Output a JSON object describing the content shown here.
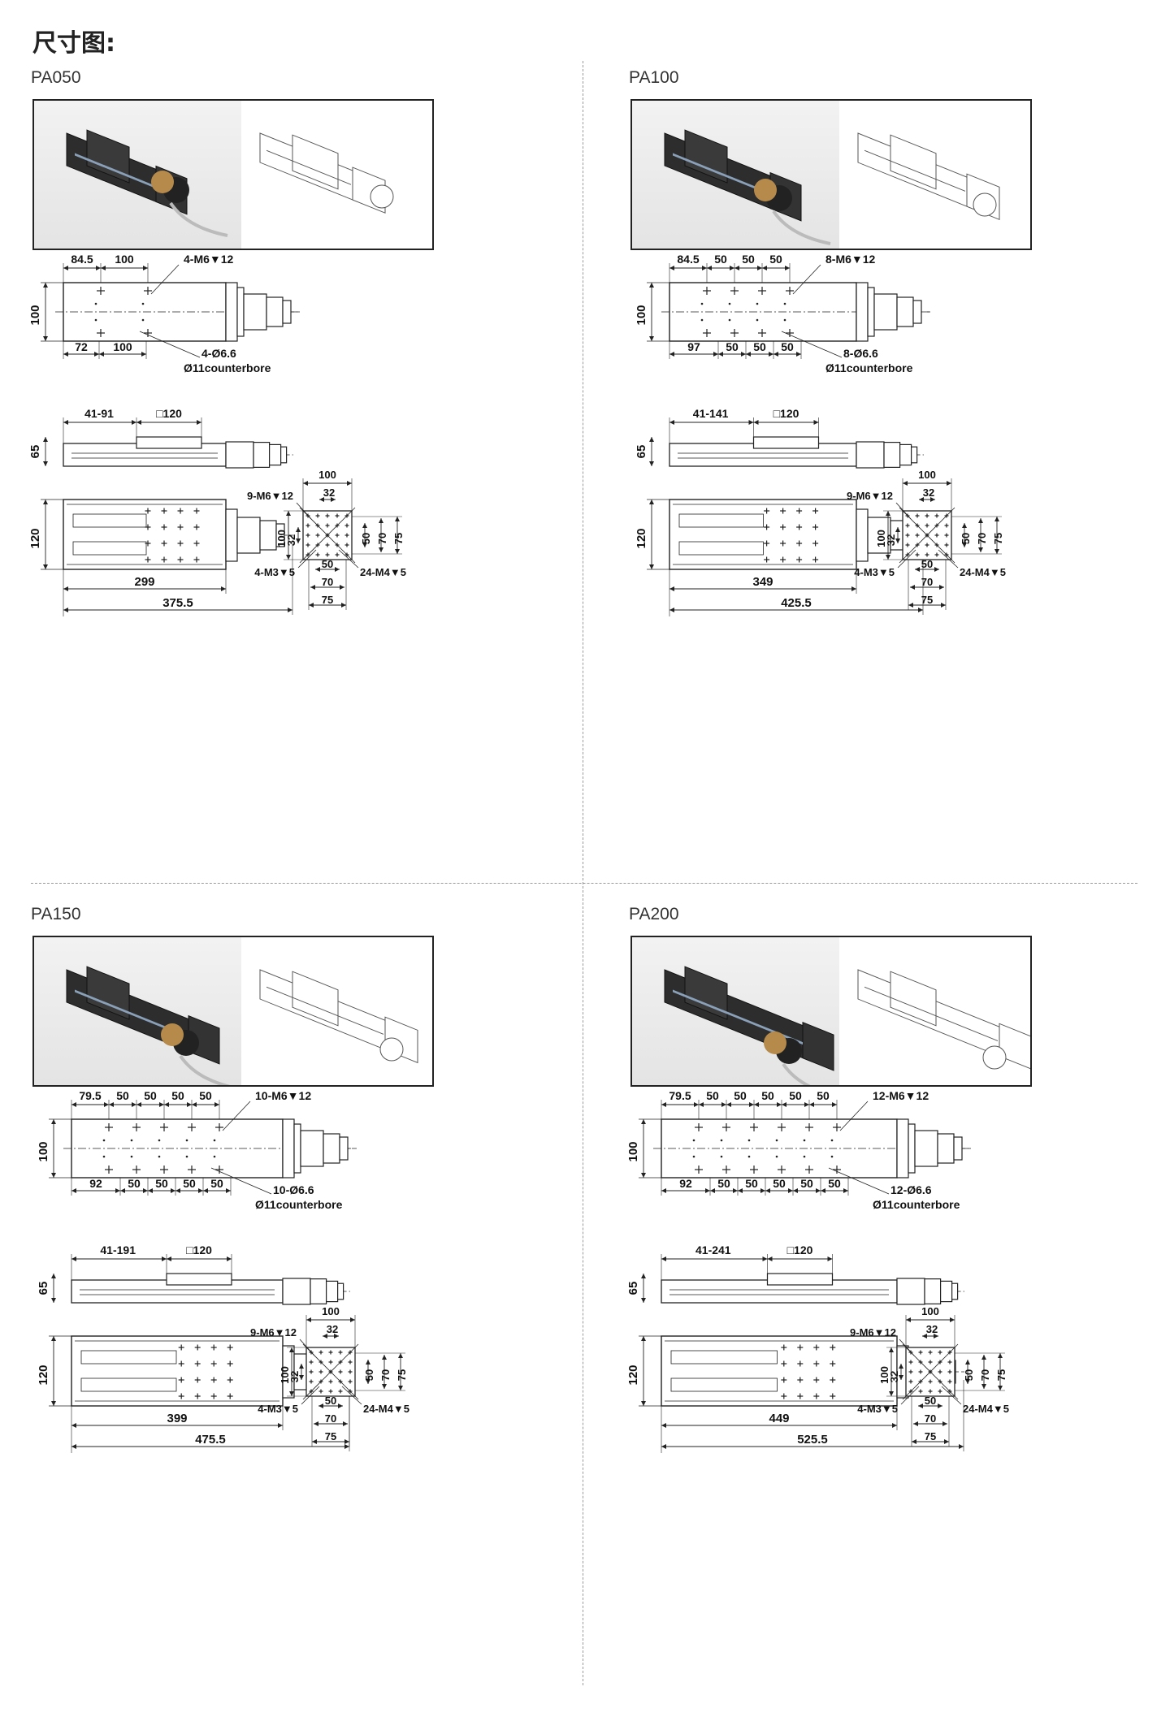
{
  "page": {
    "title": "尺寸图:"
  },
  "quadrants": [
    {
      "name": "PA050",
      "top": {
        "dims": [
          "84.5",
          "100"
        ],
        "bottom": [
          "72",
          "100"
        ],
        "height": "100",
        "tap_label": "4-M6▼12",
        "hole_label": "4-Ø6.6",
        "counterbore": "Ø11counterbore"
      },
      "side": {
        "travel": "41-91",
        "square": "□120",
        "height": "65"
      },
      "plan": {
        "height": "120",
        "body": "299",
        "total": "375.5"
      }
    },
    {
      "name": "PA100",
      "top": {
        "dims": [
          "84.5",
          "50",
          "50",
          "50"
        ],
        "bottom": [
          "97",
          "50",
          "50",
          "50"
        ],
        "height": "100",
        "tap_label": "8-M6▼12",
        "hole_label": "8-Ø6.6",
        "counterbore": "Ø11counterbore"
      },
      "side": {
        "travel": "41-141",
        "square": "□120",
        "height": "65"
      },
      "plan": {
        "height": "120",
        "body": "349",
        "total": "425.5"
      }
    },
    {
      "name": "PA150",
      "top": {
        "dims": [
          "79.5",
          "50",
          "50",
          "50",
          "50"
        ],
        "bottom": [
          "92",
          "50",
          "50",
          "50",
          "50"
        ],
        "height": "100",
        "tap_label": "10-M6▼12",
        "hole_label": "10-Ø6.6",
        "counterbore": "Ø11counterbore"
      },
      "side": {
        "travel": "41-191",
        "square": "□120",
        "height": "65"
      },
      "plan": {
        "height": "120",
        "body": "399",
        "total": "475.5"
      }
    },
    {
      "name": "PA200",
      "top": {
        "dims": [
          "79.5",
          "50",
          "50",
          "50",
          "50",
          "50"
        ],
        "bottom": [
          "92",
          "50",
          "50",
          "50",
          "50",
          "50"
        ],
        "height": "100",
        "tap_label": "12-M6▼12",
        "hole_label": "12-Ø6.6",
        "counterbore": "Ø11counterbore"
      },
      "side": {
        "travel": "41-241",
        "square": "□120",
        "height": "65"
      },
      "plan": {
        "height": "120",
        "body": "449",
        "total": "525.5"
      }
    }
  ],
  "plate": {
    "width": "100",
    "inner_width": "32",
    "m6_label": "9-M6▼12",
    "height": "100",
    "inner_height": "32",
    "m3_label": "4-M3▼5",
    "m4_label": "24-M4▼5",
    "side_a": "50",
    "side_b": "70",
    "side_c": "75",
    "bottom_a": "50",
    "bottom_b": "70",
    "bottom_c": "75"
  }
}
